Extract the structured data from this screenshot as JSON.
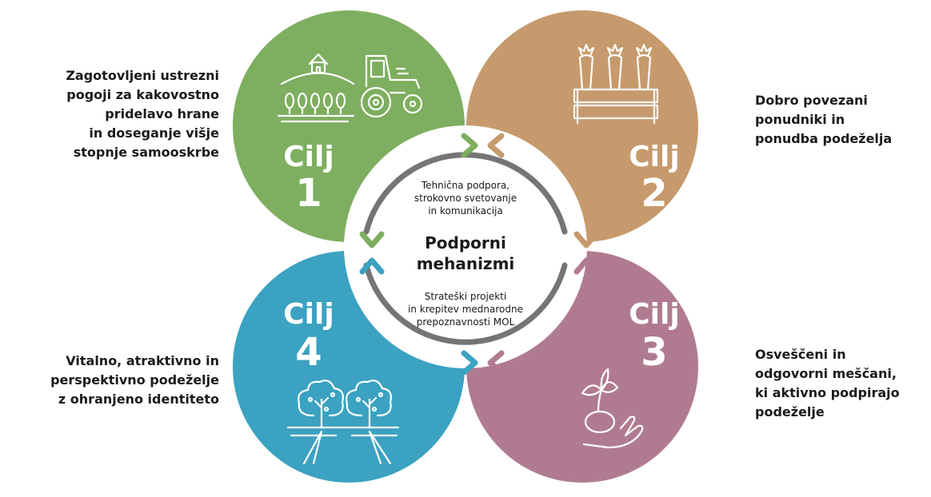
{
  "goals": [
    {
      "id": 1,
      "cilj": "Cilj",
      "number": "1",
      "color": "#7eae5f",
      "lines": [
        "Zagotovljeni ustrezni",
        "pogoji za kakovostno",
        "pridelavo hrane",
        "in doseganje višje",
        "stopnje samooskrbe"
      ]
    },
    {
      "id": 2,
      "cilj": "Cilj",
      "number": "2",
      "color": "#c69a6c",
      "lines": [
        "Dobro povezani",
        "ponudniki in",
        "ponudba podeželja"
      ]
    },
    {
      "id": 3,
      "cilj": "Cilj",
      "number": "3",
      "color": "#b07b90",
      "lines": [
        "Osveščeni in",
        "odgovorni meščani,",
        "ki aktivno podpirajo",
        "podeželje"
      ]
    },
    {
      "id": 4,
      "cilj": "Cilj",
      "number": "4",
      "color": "#3ca2c1",
      "lines": [
        "Vitalno, atraktivno in",
        "perspektivno podeželje",
        "z ohranjeno identiteto"
      ]
    }
  ],
  "center": {
    "title_lines": [
      "Podporni",
      "mehanizmi"
    ],
    "top_lines": [
      "Tehnična podpora,",
      "strokovno svetovanje",
      "in komunikacija"
    ],
    "bottom_lines": [
      "Strateški projekti",
      "in krepitev mednarodne",
      "prepoznavnosti MOL"
    ]
  },
  "colors": {
    "ring": "#757577",
    "text": "#1a1a1a",
    "icon": "#ffffff"
  },
  "icons": [
    "farm-landscape-icon",
    "tractor-icon",
    "carrots-crate-icon",
    "sprout-hand-icon",
    "trees-field-icon"
  ]
}
